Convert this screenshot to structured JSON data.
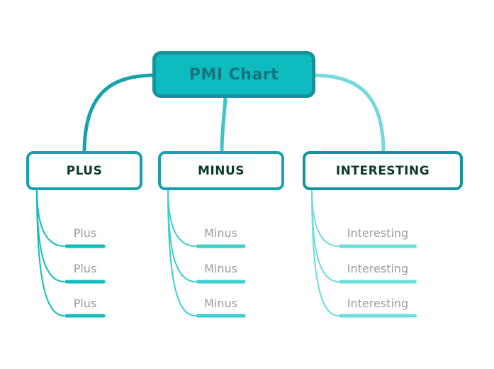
{
  "chart_title": "PMI Chart",
  "root": {
    "label": "PMI Chart"
  },
  "branches": [
    {
      "label": "PLUS",
      "items": [
        "Plus",
        "Plus",
        "Plus"
      ]
    },
    {
      "label": "MINUS",
      "items": [
        "Minus",
        "Minus",
        "Minus"
      ]
    },
    {
      "label": "INTERESTING",
      "items": [
        "Interesting",
        "Interesting",
        "Interesting"
      ]
    }
  ],
  "colors": {
    "root_fill": "#0cbcbe",
    "root_border": "#18919d",
    "root_text": "#15747c",
    "branch_border": "#1b9fae",
    "branch_text": "#0a3b2a",
    "leaf_text": "#9b9b9b",
    "plus_accent": "#12bcbc",
    "minus_accent": "#3ecece",
    "interesting_accent": "#6edddd",
    "plus_connector": "#16a3ad",
    "minus_connector": "#3cc6ca",
    "interesting_connector": "#74d9dc"
  }
}
